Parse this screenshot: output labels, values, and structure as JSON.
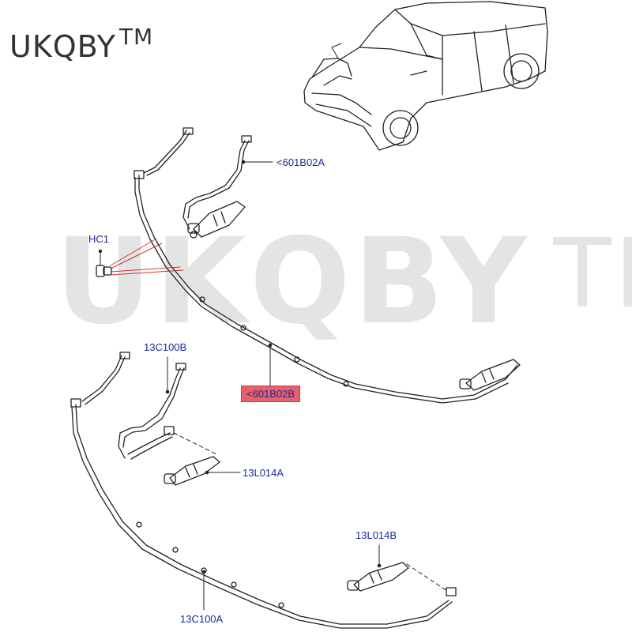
{
  "brand": {
    "name": "UKQBY",
    "mark": "TM"
  },
  "watermark": {
    "name": "UKQBY",
    "mark": "TM"
  },
  "callouts": {
    "hose_upper_top": "<601B02A",
    "connector": "HC1",
    "hose_upper_mid": "<601B02B",
    "hose_lower_top": "13C100B",
    "jet_left": "13L014A",
    "jet_right": "13L014B",
    "hose_lower_bottom": "13C100A"
  },
  "colors": {
    "callout_text": "#1a2a9a",
    "highlight": "#e8606a",
    "leader_red": "#d63a3a",
    "line": "#222222"
  }
}
